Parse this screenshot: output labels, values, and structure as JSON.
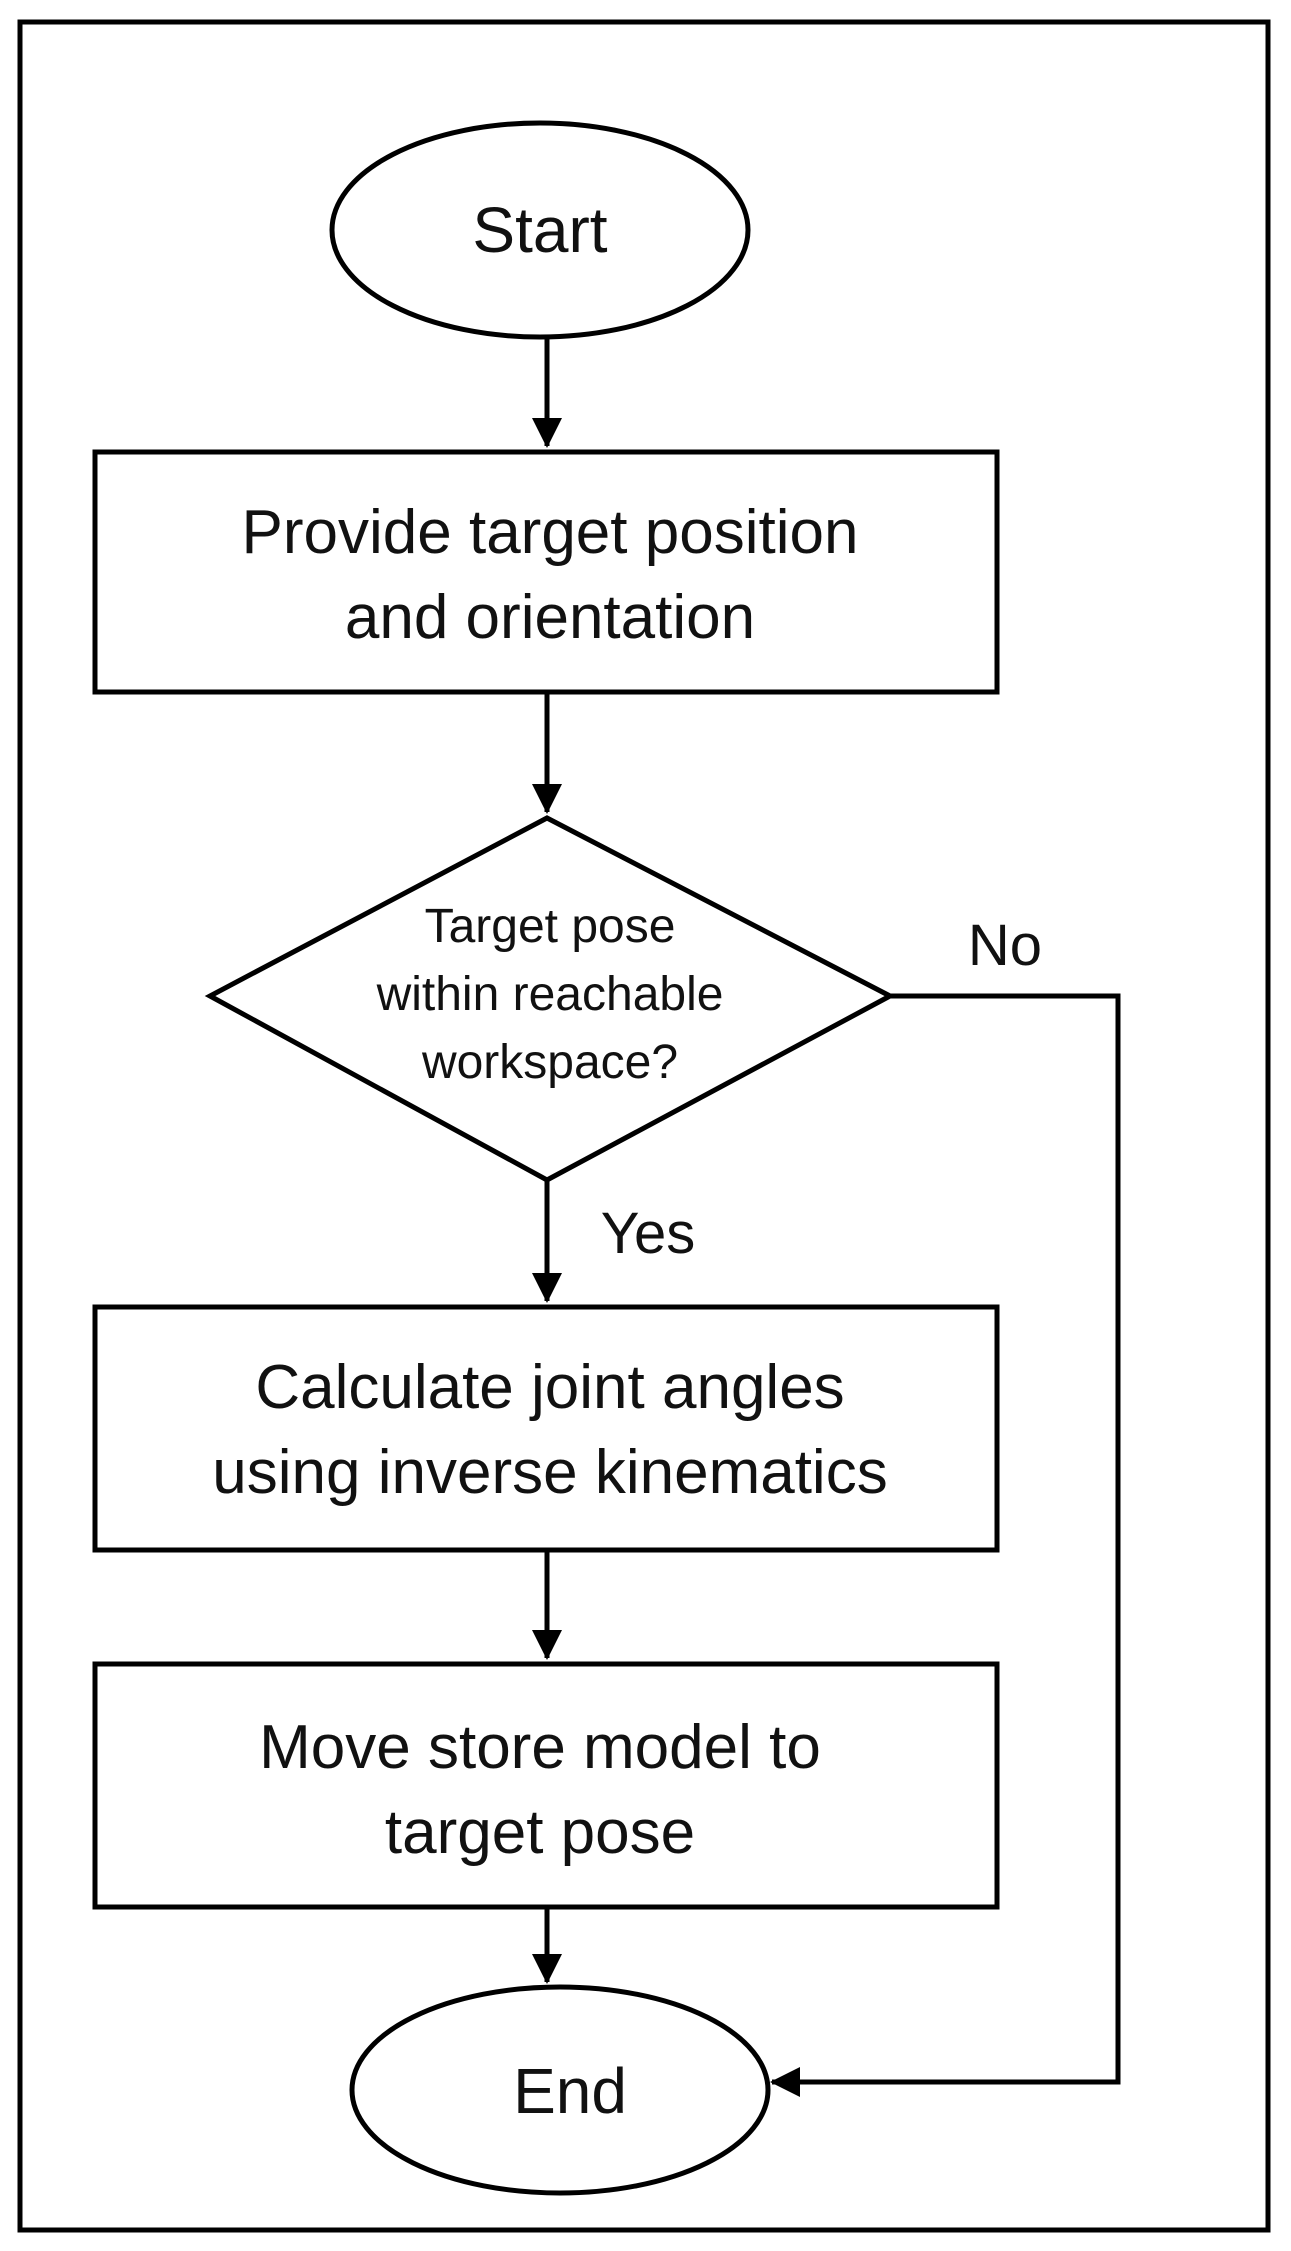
{
  "nodes": {
    "start": {
      "label": "Start"
    },
    "provide": {
      "lines": [
        "Provide target position",
        "and orientation"
      ]
    },
    "decision": {
      "lines": [
        "Target pose",
        "within reachable",
        "workspace?"
      ]
    },
    "calculate": {
      "lines": [
        "Calculate joint angles",
        "using inverse kinematics"
      ]
    },
    "move": {
      "lines": [
        "Move store model to",
        "target pose"
      ]
    },
    "end": {
      "label": "End"
    }
  },
  "edges": {
    "yes_label": "Yes",
    "no_label": "No"
  }
}
